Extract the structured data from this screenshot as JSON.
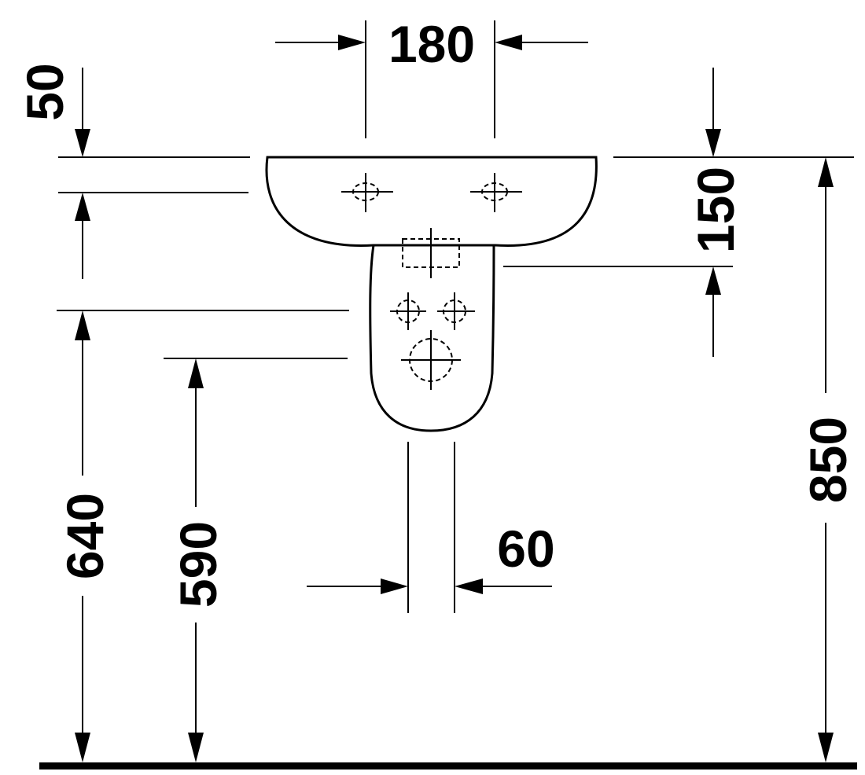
{
  "drawing": {
    "colors": {
      "line": "#000000",
      "background": "#ffffff"
    },
    "dimensions": {
      "tap_hole_spacing": "180",
      "top_offset": "50",
      "bowl_depth": "150",
      "overall_height": "850",
      "waste_height": "640",
      "outlet_height": "590",
      "pipe_width": "60"
    }
  }
}
